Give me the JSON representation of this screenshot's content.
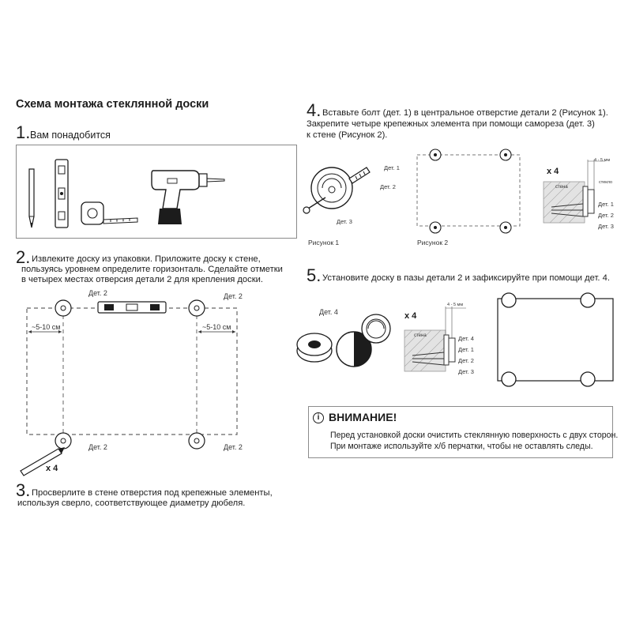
{
  "title": "Схема монтажа стеклянной доски",
  "step1": {
    "number": "1.",
    "heading": "Вам понадобится"
  },
  "step2": {
    "number": "2.",
    "lines": [
      "Извлеките доску из упаковки. Приложите доску к стене,",
      "пользуясь уровнем определите горизонталь. Сделайте отметки",
      "в четырех местах отверсия детали 2 для крепления доски."
    ],
    "labels": {
      "det2_tl": "Дет. 2",
      "det2_tr": "Дет. 2",
      "det2_bl": "Дет. 2",
      "det2_br": "Дет. 2",
      "gap_left": "~5-10 см",
      "gap_right": "~5-10 см",
      "times": "x 4"
    }
  },
  "step3": {
    "number": "3.",
    "lines": [
      "Просверлите в стене отверстия под крепежные элементы,",
      "используя сверло, соответствующее диаметру дюбеля."
    ]
  },
  "step4": {
    "number": "4.",
    "lines": [
      "Вставьте болт (дет. 1) в центральное отверстие детали 2 (Рисунок 1).",
      "Закрепите четыре крепежных элемента при помощи самореза (дет. 3)",
      "к стене (Рисунок 2)."
    ],
    "fig1": {
      "det1": "Дет. 1",
      "det2": "Дет. 2",
      "det3": "Дет. 3",
      "caption": "Рисунок 1"
    },
    "fig2": {
      "caption": "Рисунок 2"
    },
    "section": {
      "times": "x 4",
      "wall": "стена",
      "dim": "4 - 5 мм",
      "thick": "стекло",
      "det1": "Дет. 1",
      "det2": "Дет. 2",
      "det3": "Дет. 3"
    }
  },
  "step5": {
    "number": "5.",
    "line": "Установите доску в пазы детали 2 и зафиксируйте при помощи дет. 4.",
    "det4": "Дет. 4",
    "section": {
      "times": "x 4",
      "wall": "стена",
      "dim": "4 - 5 мм",
      "det4": "Дет. 4",
      "det1": "Дет. 1",
      "det2": "Дет. 2",
      "det3": "Дет. 3"
    }
  },
  "warning": {
    "icon": "info-icon",
    "icon_glyph": "i",
    "title": "ВНИМАНИЕ!",
    "lines": [
      "Перед установкой доски очистить стеклянную поверхность с двух сторон.",
      "При монтаже используйте х/б перчатки, чтобы не оставлять следы."
    ]
  }
}
